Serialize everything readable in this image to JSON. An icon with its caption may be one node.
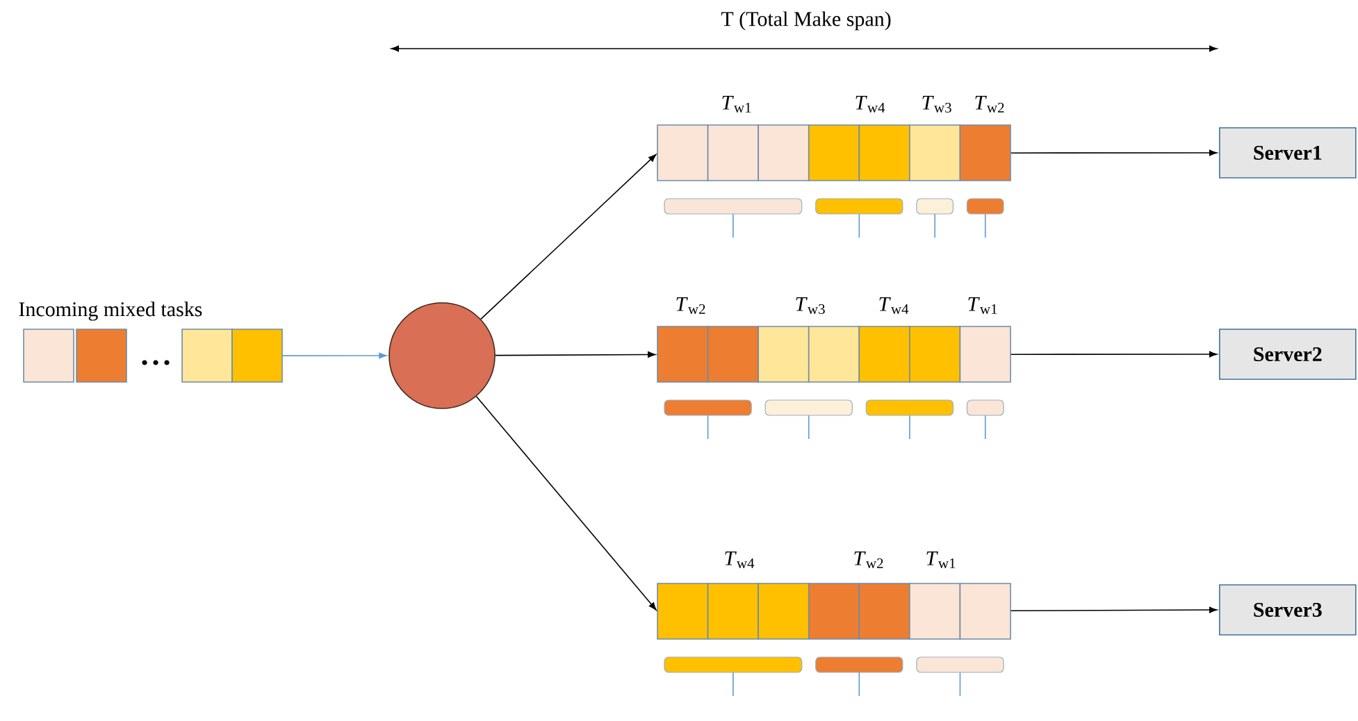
{
  "diagram": {
    "nodes": [
      {
        "text": [
          "Incoming mixed tasks"
        ]
      },
      {
        "text": [],
        "shape": "circle"
      },
      {
        "text": [
          "*T*$_{w1}$",
          "*T*$_{w4}$",
          "*T*$_{w3}$",
          "*T*$_{w2}$"
        ]
      },
      {
        "text": [
          "**Server1**"
        ]
      },
      {
        "text": [
          "*T*$_{w2}$",
          "*T*$_{w3}$",
          "*T*$_{w4}$",
          "*T*$_{w1}$"
        ]
      },
      {
        "text": [
          "**Server2**"
        ]
      },
      {
        "text": [
          "*T*$_{w4}$",
          "*T*$_{w2}$",
          "*T*$_{w1}$"
        ]
      },
      {
        "text": [
          "**Server3**"
        ]
      }
    ],
    "edges": [
      {
        "from": 0,
        "to": 1,
        "arrow": "to",
        "color": "#5b9bd5"
      },
      {
        "from": 1,
        "to": 2,
        "arrow": "to"
      },
      {
        "from": 1,
        "to": 4,
        "arrow": "to"
      },
      {
        "from": 1,
        "to": 6,
        "arrow": "to"
      },
      {
        "from": 2,
        "to": 3,
        "arrow": "to"
      },
      {
        "from": 4,
        "to": 5,
        "arrow": "to"
      },
      {
        "from": 6,
        "to": 7,
        "arrow": "to"
      }
    ],
    "labels": [
      "T (Total Make span)"
    ]
  }
}
